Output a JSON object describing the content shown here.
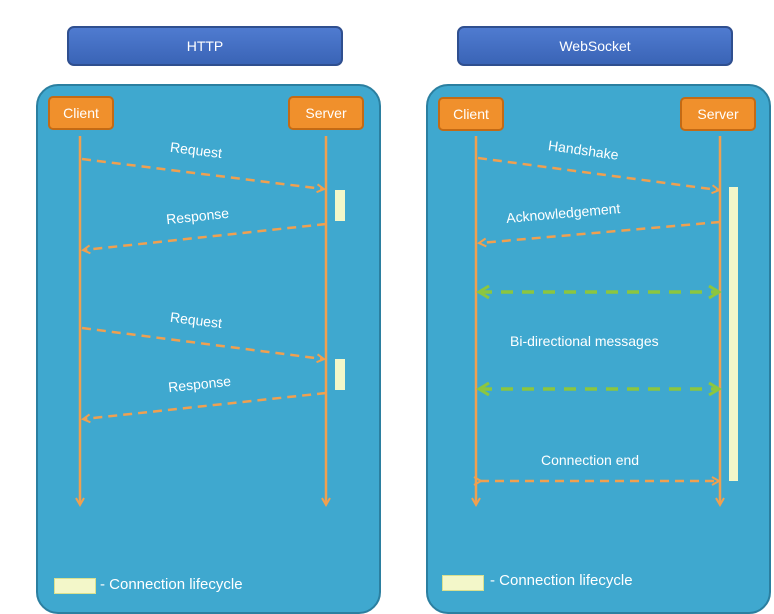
{
  "http": {
    "title": "HTTP",
    "client": "Client",
    "server": "Server",
    "messages": [
      "Request",
      "Response",
      "Request",
      "Response"
    ],
    "legend": "- Connection lifecycle"
  },
  "websocket": {
    "title": "WebSocket",
    "client": "Client",
    "server": "Server",
    "messages": [
      "Handshake",
      "Acknowledgement",
      "Bi-directional messages",
      "Connection end"
    ],
    "legend": "- Connection lifecycle"
  },
  "colors": {
    "panel": "#3fa8cf",
    "title_box": "#3a64b6",
    "actor": "#f0902c",
    "dashed_arrow": "#f0a050",
    "bidirectional_arrow": "#8cc63f",
    "lifeline": "#f0a050",
    "connection_lifecycle": "#f3f7c9"
  }
}
